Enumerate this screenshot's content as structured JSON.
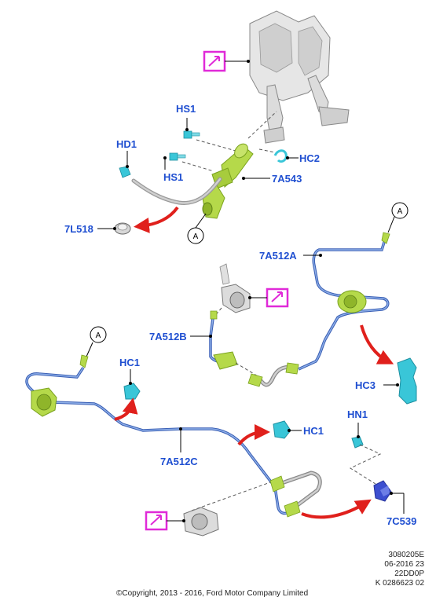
{
  "colors": {
    "callout": "#1f4fd1",
    "tube": "#6a8fd6",
    "tube_dark": "#3a5fb5",
    "part_green": "#b5d94a",
    "part_green_dark": "#7aa21e",
    "clip_cyan": "#39c6d8",
    "bracket_blue": "#3d4fd0",
    "arrow_red": "#e0201c",
    "magenta": "#e02ad8",
    "gray_part": "#d8d8d8",
    "gray_edge": "#777777"
  },
  "labels": {
    "hs1_top": "HS1",
    "hd1": "HD1",
    "hs1_bottom": "HS1",
    "hc2": "HC2",
    "a7a543": "7A543",
    "a7l518": "7L518",
    "a7a512a": "7A512A",
    "a7a512b": "7A512B",
    "hc1_left": "HC1",
    "hc3": "HC3",
    "a7a512c": "7A512C",
    "hc1_mid": "HC1",
    "hn1": "HN1",
    "a7c539": "7C539",
    "conn_a": "A"
  },
  "footer": {
    "ref1": "3080205E",
    "ref2": "06-2016 23",
    "ref3": "22DD0P",
    "ref4": "K 0286623 02",
    "copyright": "©Copyright, 2013 - 2016, Ford Motor Company Limited"
  }
}
